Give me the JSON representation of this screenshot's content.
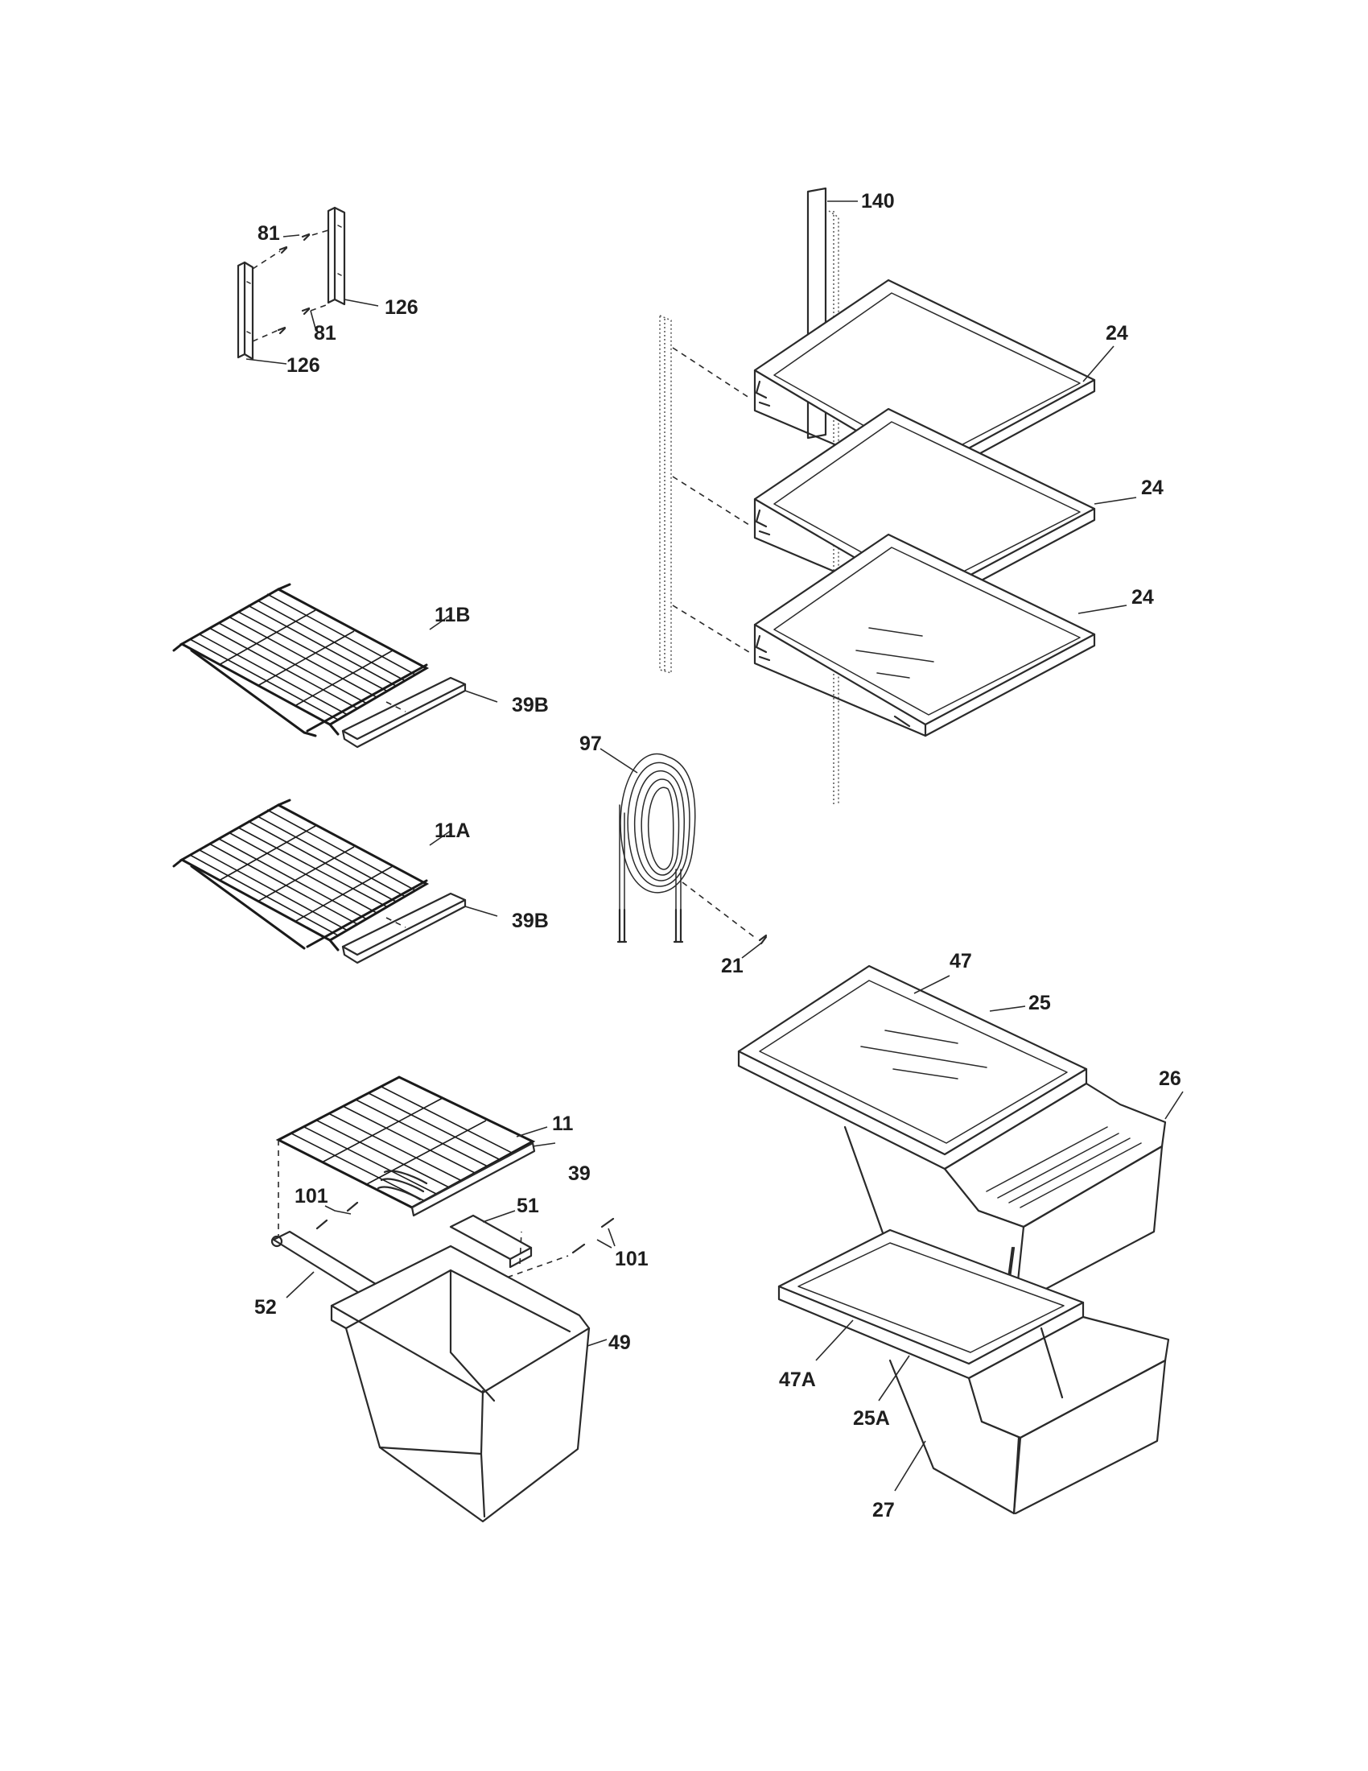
{
  "labels": {
    "p140": "140",
    "p81a": "81",
    "p81b": "81",
    "p126a": "126",
    "p126b": "126",
    "p24a": "24",
    "p24b": "24",
    "p24c": "24",
    "p11B": "11B",
    "p39Ba": "39B",
    "p11A": "11A",
    "p39Bb": "39B",
    "p97": "97",
    "p21": "21",
    "p47": "47",
    "p25": "25",
    "p26": "26",
    "p11": "11",
    "p39": "39",
    "p101a": "101",
    "p51": "51",
    "p101b": "101",
    "p52": "52",
    "p49": "49",
    "p47A": "47A",
    "p25A": "25A",
    "p27": "27"
  }
}
